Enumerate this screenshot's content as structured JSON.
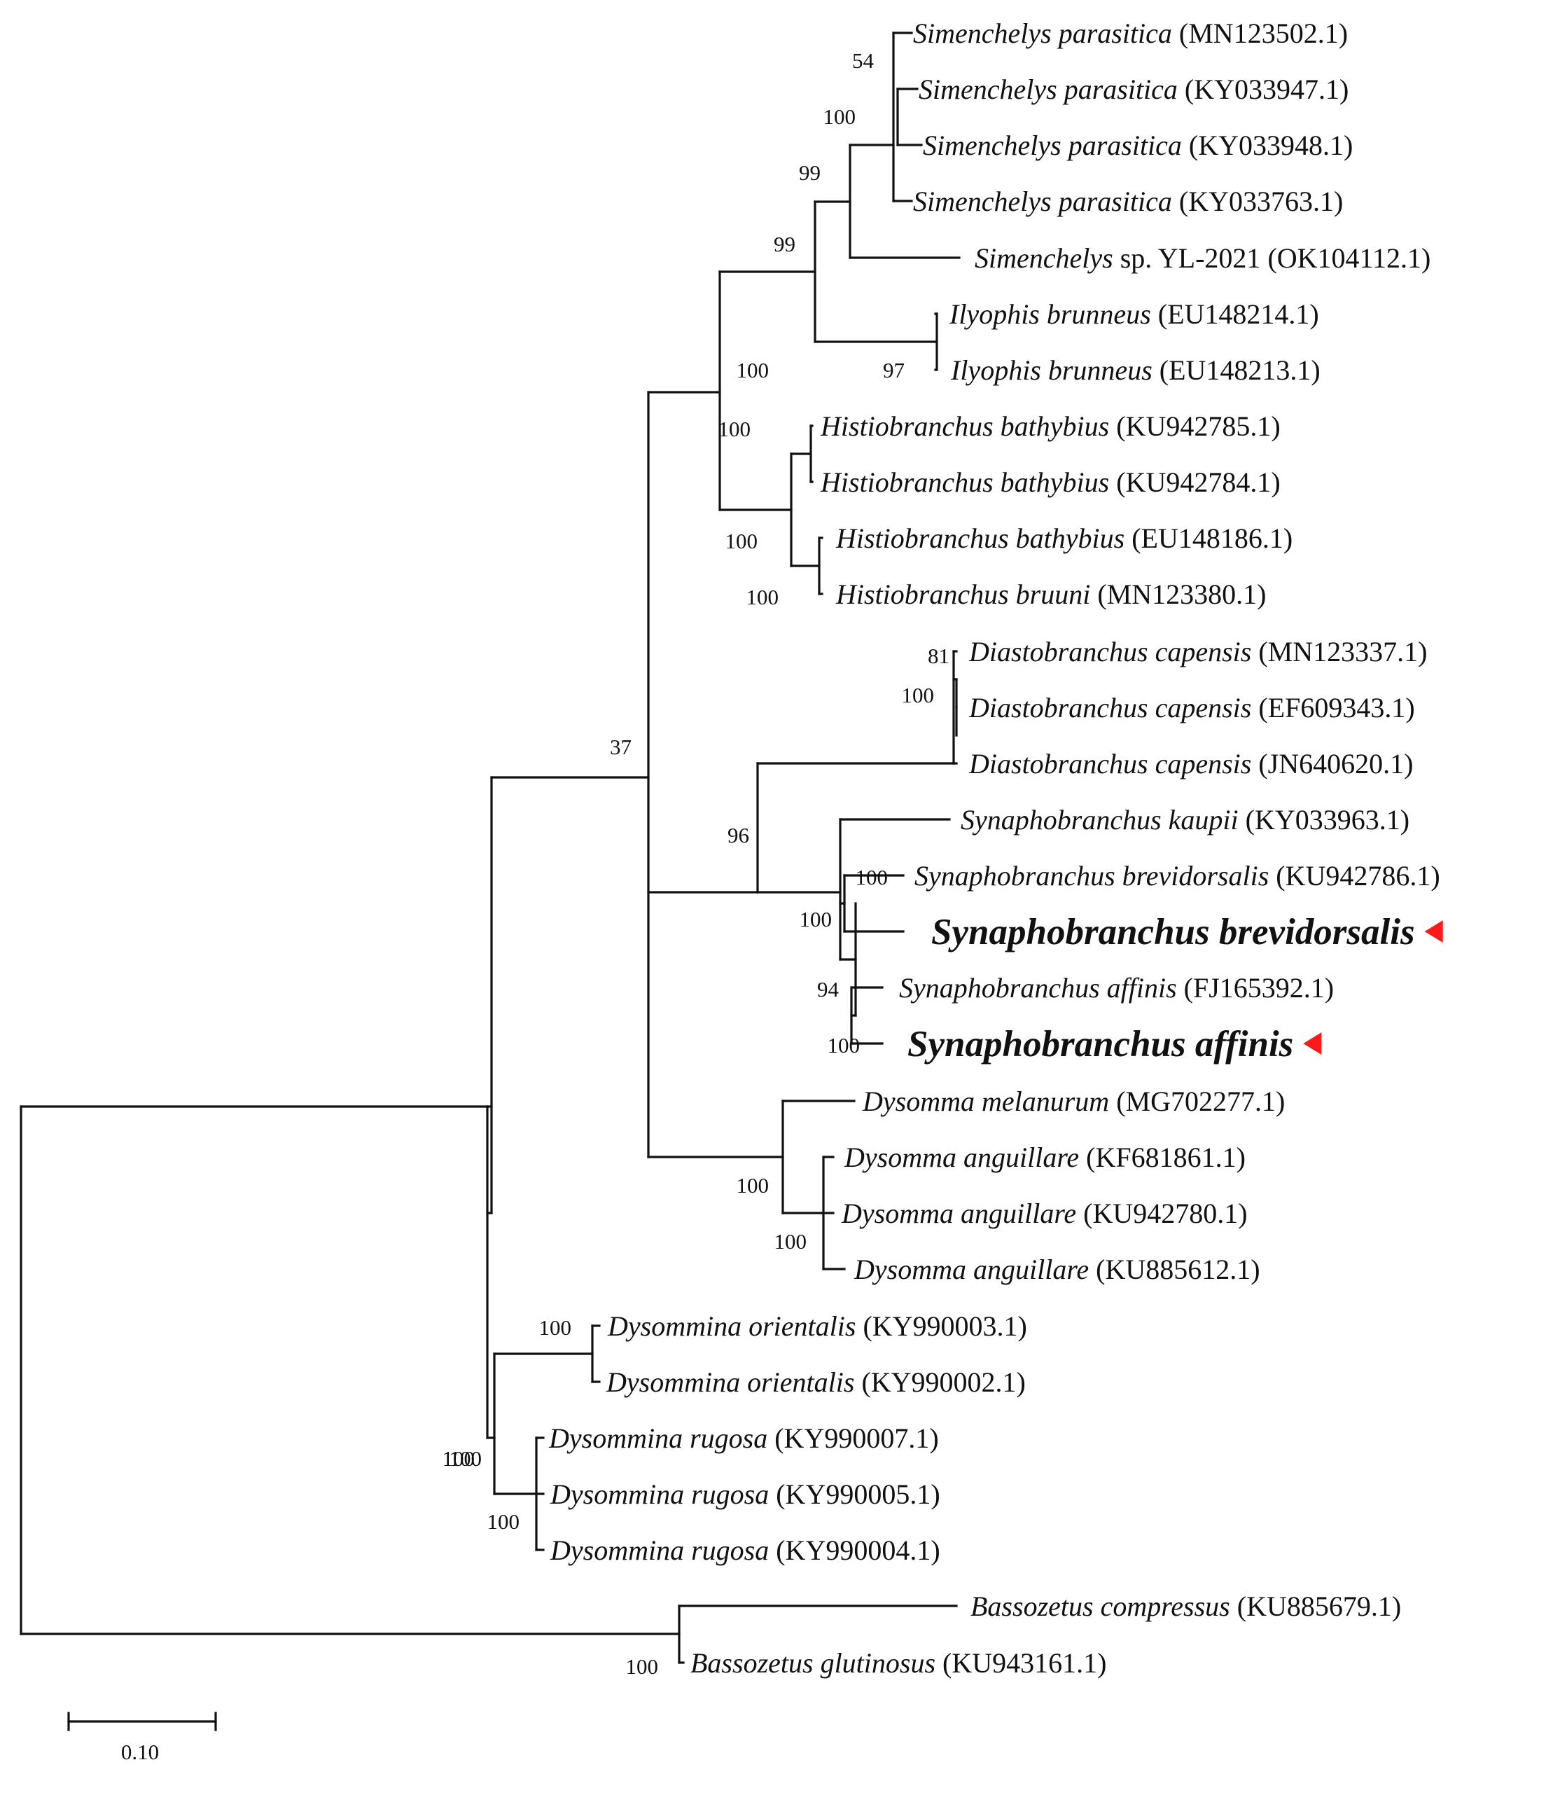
{
  "tree": {
    "scale_bar": {
      "label": "0.10"
    },
    "marker_color": "#ff1a1a",
    "taxa": [
      {
        "name": "Simenchelys parasitica",
        "accession": "(MN123502.1)"
      },
      {
        "name": "Simenchelys parasitica",
        "accession": "(KY033947.1)"
      },
      {
        "name": "Simenchelys parasitica",
        "accession": "(KY033948.1)"
      },
      {
        "name": "Simenchelys parasitica",
        "accession": "(KY033763.1)"
      },
      {
        "name": "Simenchelys",
        "suffix": " sp. YL-2021",
        "accession": "(OK104112.1)"
      },
      {
        "name": "Ilyophis brunneus",
        "accession": "(EU148214.1)"
      },
      {
        "name": "Ilyophis brunneus",
        "accession": "(EU148213.1)"
      },
      {
        "name": "Histiobranchus bathybius",
        "accession": "(KU942785.1)"
      },
      {
        "name": "Histiobranchus bathybius",
        "accession": "(KU942784.1)"
      },
      {
        "name": "Histiobranchus bathybius",
        "accession": "(EU148186.1)"
      },
      {
        "name": "Histiobranchus bruuni",
        "accession": "(MN123380.1)"
      },
      {
        "name": "Diastobranchus capensis",
        "accession": "(MN123337.1)"
      },
      {
        "name": "Diastobranchus capensis",
        "accession": "(EF609343.1)"
      },
      {
        "name": "Diastobranchus capensis",
        "accession": "(JN640620.1)"
      },
      {
        "name": "Synaphobranchus kaupii",
        "accession": "(KY033963.1)"
      },
      {
        "name": "Synaphobranchus brevidorsalis",
        "accession": "(KU942786.1)"
      },
      {
        "name": "Synaphobranchus brevidorsalis",
        "accession": "",
        "highlight": true
      },
      {
        "name": "Synaphobranchus affinis",
        "accession": "(FJ165392.1)"
      },
      {
        "name": "Synaphobranchus affinis",
        "accession": "",
        "highlight": true
      },
      {
        "name": "Dysomma melanurum",
        "accession": "(MG702277.1)"
      },
      {
        "name": "Dysomma anguillare",
        "accession": "(KF681861.1)"
      },
      {
        "name": "Dysomma anguillare",
        "accession": "(KU942780.1)"
      },
      {
        "name": "Dysomma anguillare",
        "accession": "(KU885612.1)"
      },
      {
        "name": "Dysommina orientalis",
        "accession": "(KY990003.1)"
      },
      {
        "name": "Dysommina orientalis",
        "accession": "(KY990002.1)"
      },
      {
        "name": "Dysommina rugosa",
        "accession": "(KY990007.1)"
      },
      {
        "name": "Dysommina rugosa",
        "accession": "(KY990005.1)"
      },
      {
        "name": "Dysommina rugosa",
        "accession": "(KY990004.1)"
      },
      {
        "name": "Bassozetus compressus",
        "accession": "(KU885679.1)"
      },
      {
        "name": "Bassozetus glutinosus",
        "accession": "(KU943161.1)"
      }
    ],
    "bootstrap": [
      "54",
      "100",
      "99",
      "99",
      "100",
      "97",
      "100",
      "100",
      "100",
      "37",
      "81",
      "100",
      "96",
      "100",
      "100",
      "94",
      "100",
      "100",
      "100",
      "100",
      "100",
      "100",
      "100",
      "100"
    ]
  }
}
